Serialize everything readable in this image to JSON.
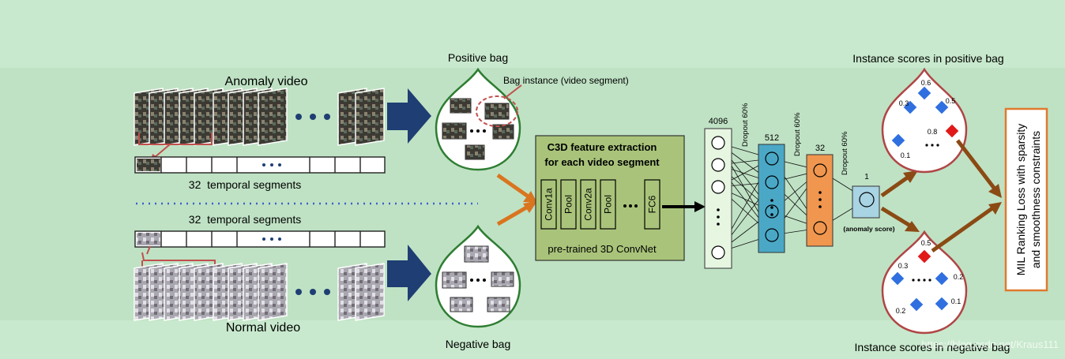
{
  "labels": {
    "anomaly_video": "Anomaly video",
    "normal_video": "Normal video",
    "temporal_segments_top": "32  temporal segments",
    "temporal_segments_bottom": "32  temporal segments",
    "positive_bag": "Positive bag",
    "negative_bag": "Negative bag",
    "bag_instance": "Bag instance (video segment)",
    "c3d_title_line1": "C3D feature extraction",
    "c3d_title_line2": "for each video segment",
    "c3d_layers": [
      "Conv1a",
      "Pool",
      "Conv2a",
      "Pool",
      "FC6"
    ],
    "c3d_footer": "pre-trained 3D ConvNet",
    "fc_sizes": [
      "4096",
      "512",
      "32",
      "1"
    ],
    "dropout": "Dropout 60%",
    "anomaly_score": "(anomaly score)",
    "instance_scores_positive": "Instance scores in positive bag",
    "instance_scores_negative": "Instance scores in negative bag",
    "positive_scores": [
      "0.6",
      "0.3",
      "0.5",
      "0.8",
      "0.1"
    ],
    "negative_scores": [
      "0.5",
      "0.3",
      "0.2",
      "0.2",
      "0.1"
    ],
    "loss_line1": "MIL Ranking Loss with sparsity",
    "loss_line2": "and smoothness constraints",
    "watermark": "https://blog.csdn.net/Kraus111"
  },
  "colors": {
    "background": "#c8e9cd",
    "band": "#bfe2c4",
    "arrow_blue": "#1f3e73",
    "arrow_orange": "#d9751f",
    "arrow_brown": "#8b4a14",
    "bag_green": "#2e7d32",
    "bag_red": "#b04545",
    "c3d_box": "#a9c47a",
    "fc_light": "#e6f6e1",
    "fc_teal": "#4aa8c6",
    "fc_orange": "#f0964e",
    "fc_out": "#a8d4e4",
    "score_blue": "#2f6fe0",
    "score_red": "#e01818",
    "loss_border": "#e07a2e"
  }
}
